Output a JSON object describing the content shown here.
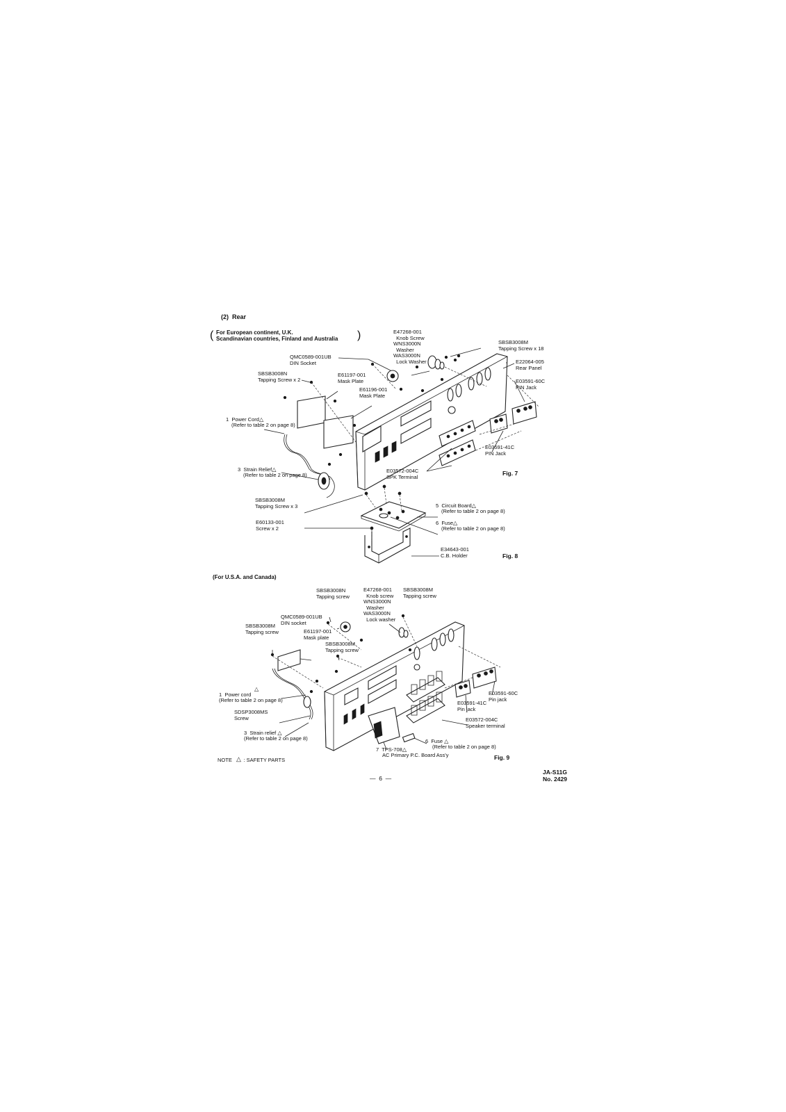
{
  "section_title": "(2)  Rear",
  "group_eu": {
    "heading_1": "For European continent, U.K.",
    "heading_2": "Scandinavian countries, Finland and Australia",
    "labels": {
      "knob_screw": "E47268-001\n  Knob Screw",
      "washer": "WNS3000N\n  Washer",
      "lock_washer": "WAS3000N\n  Lock Washer",
      "tapping_screw_18": "SBSB3008M\nTapping Screw x 18",
      "rear_panel": "E22064-005\nRear Panel",
      "din_socket": "QMC0589-001UB\nDIN Socket",
      "tapping_screw_2": "SBSB3008N\nTapping Screw x 2",
      "mask_plate_1": "E61197-001\nMask Plate",
      "mask_plate_2": "E61196-001\nMask Plate",
      "pin_jack_60c": "E03591-60C\nPIN Jack",
      "power_cord": "1  Power Cord",
      "power_cord_ref": "(Refer to table 2 on page 8)",
      "pin_jack_41c": "E03591-41C\nPIN Jack",
      "strain_relief": "3  Strain Relief",
      "strain_relief_ref": "(Refer to table 2 on page 8)",
      "spk_terminal": "E03572-004C\nSPK Terminal",
      "fig7": "Fig. 7",
      "tapping_screw_3": "SBSB3008M\nTapping Screw x 3",
      "circuit_board": "5  Circuit Board",
      "circuit_board_ref": "(Refer to table 2 on page 8)",
      "screw_2": "E60133-001\nScrew x 2",
      "fuse": "6  Fuse",
      "fuse_ref": "(Refer to table 2 on page 8)",
      "cb_holder": "E34643-001\nC.B. Holder",
      "fig8": "Fig. 8"
    }
  },
  "group_us": {
    "heading": "(For U.S.A. and Canada)",
    "labels": {
      "tapping_screw_n": "SBSB3008N\nTapping screw",
      "knob_screw": "E47268-001\n  Knob screw",
      "washer": "WNS3000N\n  Washer",
      "lock_washer": "WAS3000N\n  Lock washer",
      "tapping_screw_m_top": "SBSB3008M\nTapping screw",
      "din_socket": "QMC0589-001UB\nDIN socket",
      "tapping_screw_m_left": "SBSB3008M\nTapping screw",
      "mask_plate": "E61197-001\nMask plate",
      "tapping_screw_m_mid": "SBSB3008M\nTapping screw",
      "power_cord": "1  Power cord",
      "power_cord_ref": "(Refer to table 2 on page 8)",
      "pin_jack_60c": "E03591-60C\nPin jack",
      "pin_jack_41c": "E03591-41C\nPin jack",
      "screw_ms": "SDSP3008MS\nScrew",
      "speaker_terminal": "E03572-004C\nSpeaker terminal",
      "strain_relief": "3  Strain relief",
      "strain_relief_ref": "(Refer to table 2 on page 8)",
      "fuse": "6  Fuse",
      "fuse_ref": "(Refer to table 2 on page 8)",
      "tps": "7  TPS-708",
      "ac_primary": "AC Primary P.C. Board Ass'y",
      "fig9": "Fig. 9"
    }
  },
  "note": "NOTE        : SAFETY PARTS",
  "footer": {
    "page": "—  6  —",
    "model": "JA-S11G",
    "number": "No. 2429"
  },
  "icons": {
    "safety": "warning-triangle-icon"
  }
}
